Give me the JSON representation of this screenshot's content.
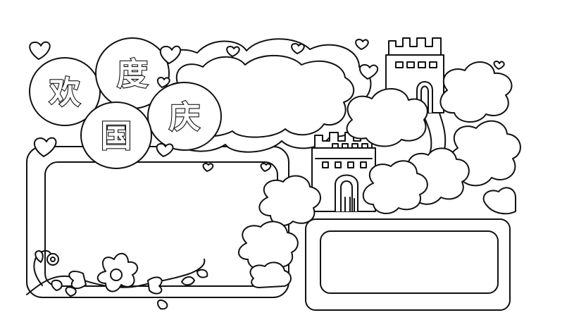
{
  "title": {
    "chars": [
      "欢",
      "度",
      "国",
      "庆"
    ]
  },
  "colors": {
    "line": "#111111",
    "fill": "#ffffff",
    "background": "#ffffff"
  },
  "decorations": {
    "icons": [
      "heart-icon",
      "flower-icon",
      "great-wall-icon",
      "cloud-icon",
      "tree-icon"
    ]
  }
}
